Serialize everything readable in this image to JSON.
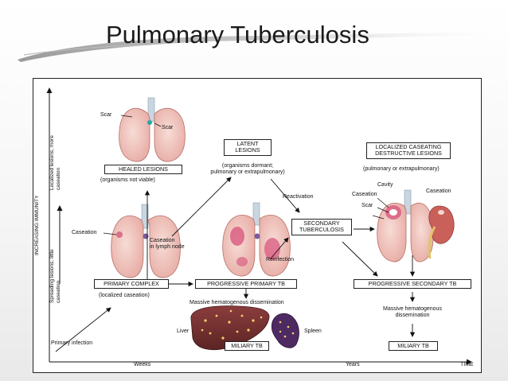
{
  "slide": {
    "title": "Pulmonary Tuberculosis"
  },
  "diagram": {
    "axis": {
      "y": "INCREASING IMMUNITY",
      "x_weeks": "Weeks",
      "x_years": "Years",
      "x_end": "TIME"
    },
    "side": {
      "top": "Localized lesions, more caseation",
      "bottom": "Spreading lesions, little caseation"
    },
    "healed": {
      "scar1": "Scar",
      "scar2": "Scar",
      "box": "HEALED LESIONS",
      "sub": "(organisms not viable)"
    },
    "latent": {
      "line1": "LATENT",
      "line2": "LESIONS",
      "sub1": "(organisms dormant;",
      "sub2": "pulmonary or extrapulmonary)"
    },
    "primary": {
      "caseation": "Caseation",
      "node1": "Caseation",
      "node2": "in lymph node",
      "box": "PRIMARY COMPLEX",
      "sub": "(localized caseation)",
      "infection": "Primary infection"
    },
    "prog_primary": {
      "box": "PROGRESSIVE PRIMARY TB",
      "massive": "Massive hematogenous dissemination",
      "liver": "Liver",
      "spleen": "Spleen",
      "miliary": "MILIARY TB"
    },
    "secondary": {
      "reactivation": "Reactivation",
      "reinfection": "Reinfection",
      "box1": "SECONDARY",
      "box2": "TUBERCULOSIS"
    },
    "localized": {
      "line1": "LOCALIZED CASEATING",
      "line2": "DESTRUCTIVE LESIONS",
      "sub": "(pulmonary or extrapulmonary)",
      "cavity": "Cavity",
      "caseation": "Caseation",
      "scar": "Scar",
      "kidney": "Caseation"
    },
    "prog_secondary": {
      "box": "PROGRESSIVE SECONDARY TB",
      "massive1": "Massive hematogenous",
      "massive2": "dissemination",
      "miliary": "MILIARY TB"
    }
  }
}
